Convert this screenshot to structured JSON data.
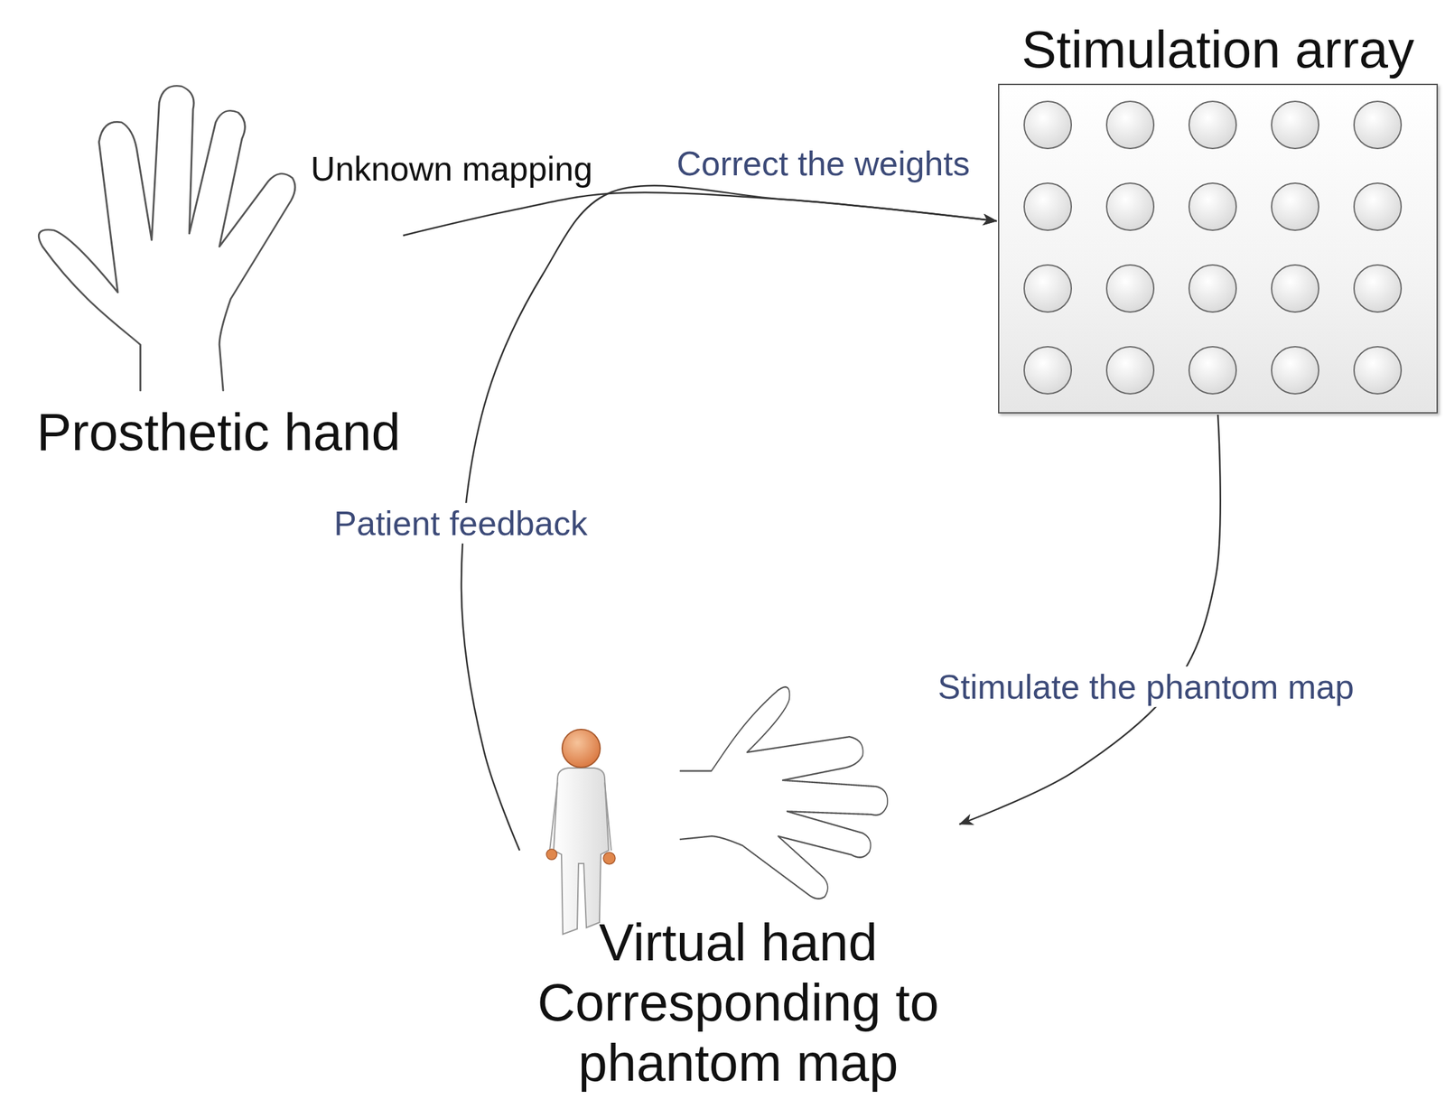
{
  "diagram": {
    "nodes": [
      {
        "text": [
          "Prosthetic hand"
        ]
      },
      {
        "text": [
          "Stimulation array"
        ]
      },
      {
        "text": [
          "Virtual hand Corresponding to phantom map"
        ]
      }
    ],
    "edges": [
      {
        "from": 0,
        "to": 1,
        "arrow": "to",
        "label": "Unknown mapping"
      },
      {
        "from": 2,
        "to": 1,
        "arrow": "to",
        "label": "Patient feedback"
      },
      {
        "from": 1,
        "to": 2,
        "arrow": "to",
        "label": "Stimulate the phantom map"
      }
    ],
    "labels": [
      "Correct the weights"
    ]
  }
}
